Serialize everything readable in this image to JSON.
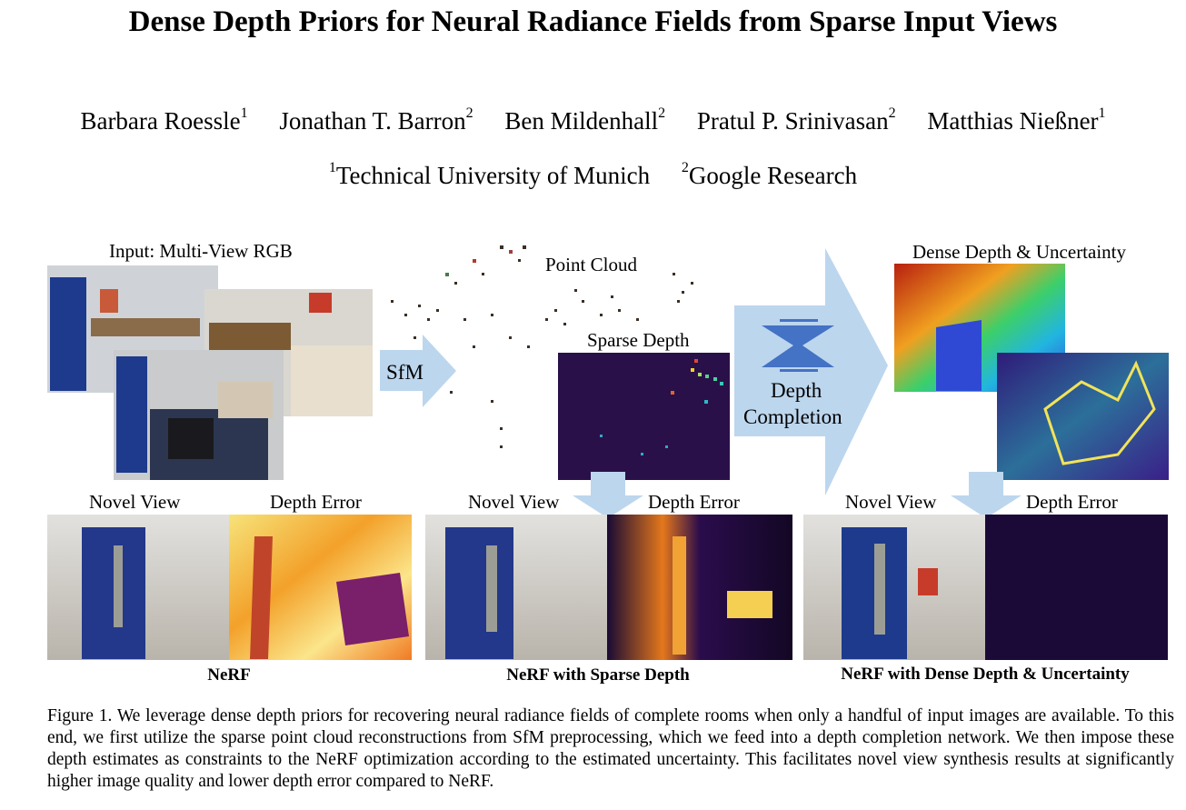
{
  "paper": {
    "title": "Dense Depth Priors for Neural Radiance Fields from Sparse Input Views",
    "authors": [
      {
        "name": "Barbara Roessle",
        "affil": "1"
      },
      {
        "name": "Jonathan T. Barron",
        "affil": "2"
      },
      {
        "name": "Ben Mildenhall",
        "affil": "2"
      },
      {
        "name": "Pratul P. Srinivasan",
        "affil": "2"
      },
      {
        "name": "Matthias Nießner",
        "affil": "1"
      }
    ],
    "affiliations": [
      {
        "num": "1",
        "name": "Technical University of Munich"
      },
      {
        "num": "2",
        "name": "Google Research"
      }
    ]
  },
  "figure": {
    "pipeline": {
      "input_label": "Input: Multi-View RGB",
      "sfm_label": "SfM",
      "point_cloud_label": "Point Cloud",
      "sparse_depth_label": "Sparse Depth",
      "depth_completion_label_1": "Depth",
      "depth_completion_label_2": "Completion",
      "dense_label": "Dense Depth & Uncertainty"
    },
    "results": [
      {
        "novel_view": "Novel View",
        "depth_error": "Depth Error",
        "method": "NeRF"
      },
      {
        "novel_view": "Novel View",
        "depth_error": "Depth Error",
        "method": "NeRF with Sparse Depth"
      },
      {
        "novel_view": "Novel View",
        "depth_error": "Depth Error",
        "method": "NeRF with Dense Depth & Uncertainty"
      }
    ],
    "colors": {
      "arrow": "#bcd6ee",
      "network": "#4472c4",
      "sparse_bg": "#2a1049",
      "door_blue": "#1d3a8c",
      "wall": "#d9d6cf"
    }
  },
  "caption": "Figure 1. We leverage dense depth priors for recovering neural radiance fields of complete rooms when only a handful of input images are available. To this end, we first utilize the sparse point cloud reconstructions from SfM preprocessing, which we feed into a depth completion network. We then impose these depth estimates as constraints to the NeRF optimization according to the estimated uncertainty. This facilitates novel view synthesis results at significantly higher image quality and lower depth error compared to NeRF."
}
